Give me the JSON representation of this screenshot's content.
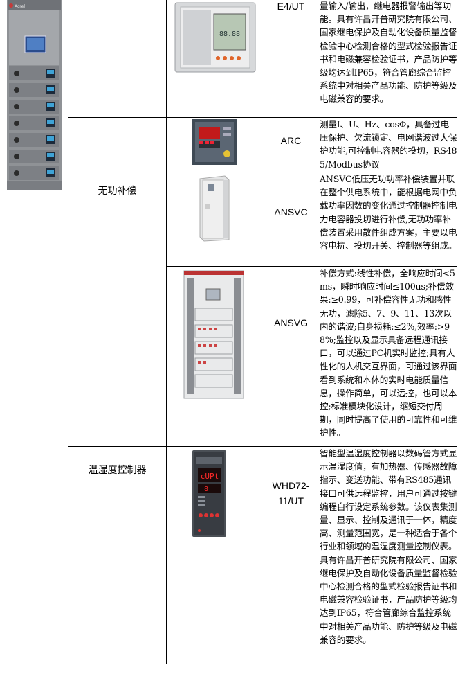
{
  "rows": [
    {
      "category": "",
      "model": "E4/UT",
      "description": "量输入/输出，继电器报警输出等功能。具有许昌开普研究院有限公司、国家继电保护及自动化设备质量监督检验中心检测合格的型式检验报告证书和电磁兼容检验证书，产品防护等级均达到IP65，符合管廊综合监控系统中对相关产品功能、防护等级及电磁兼容的要求。"
    },
    {
      "category": "无功补偿",
      "model": "ARC",
      "description": "测量I、U、Hz、cosΦ，具备过电压保护、欠流锁定、电网谐波过大保护功能,可控制电容器的投切，RS485/Modbus协议"
    },
    {
      "category": "",
      "model": "ANSVC",
      "description": "ANSVC低压无功功率补偿装置并联在整个供电系统中，能根据电网中负载功率因数的变化通过控制器控制电力电容器投切进行补偿,无功功率补偿装置采用散件组成方案，主要以电容电抗、投切开关、控制器等组成。"
    },
    {
      "category": "",
      "model": "ANSVG",
      "description": "补偿方式:线性补偿，全响应时间<5ms，瞬时响应时间≤100us;补偿效果:≥0.99，可补偿容性无功和感性无功，滤除5、7、9、11、13次以内的谐波;自身损耗:≤2%,效率:>98%;监控以及显示具备远程通讯接口，可以通过PC机实时监控;具有人性化的人机交互界面，可通过该界面看到系统和本体的实时电能质量信息，操作简单，可以远控，也可以本控;标准模块化设计，缩短交付周期，同时提高了使用的可靠性和可维护性。"
    },
    {
      "category": "温湿度控制器",
      "model": "WHD72-11/UT",
      "description": "智能型温湿度控制器以数码管方式显示温湿度值，有加热器、传感器故障指示、变送功能、带有RS485通讯接口可供远程监控，用户可通过按键编程自行设定系统参数。该仪表集测量、显示、控制及通讯于一体，精度高、测量范围宽，是一种适合于各个行业和领域的温湿度测量控制仪表。具有许昌开普研究院有限公司、国家继电保护及自动化设备质量监督检验中心检测合格的型式检验报告证书和电磁兼容检验证书，产品防护等级均达到IP65，符合管廊综合监控系统中对相关产品功能、防护等级及电磁兼容的要求。"
    }
  ],
  "display": {
    "e4_screen": "88.88",
    "whd_screen_top": "cUPt",
    "whd_screen_bottom": "8"
  },
  "brand": {
    "logo_text": "Acrel"
  }
}
